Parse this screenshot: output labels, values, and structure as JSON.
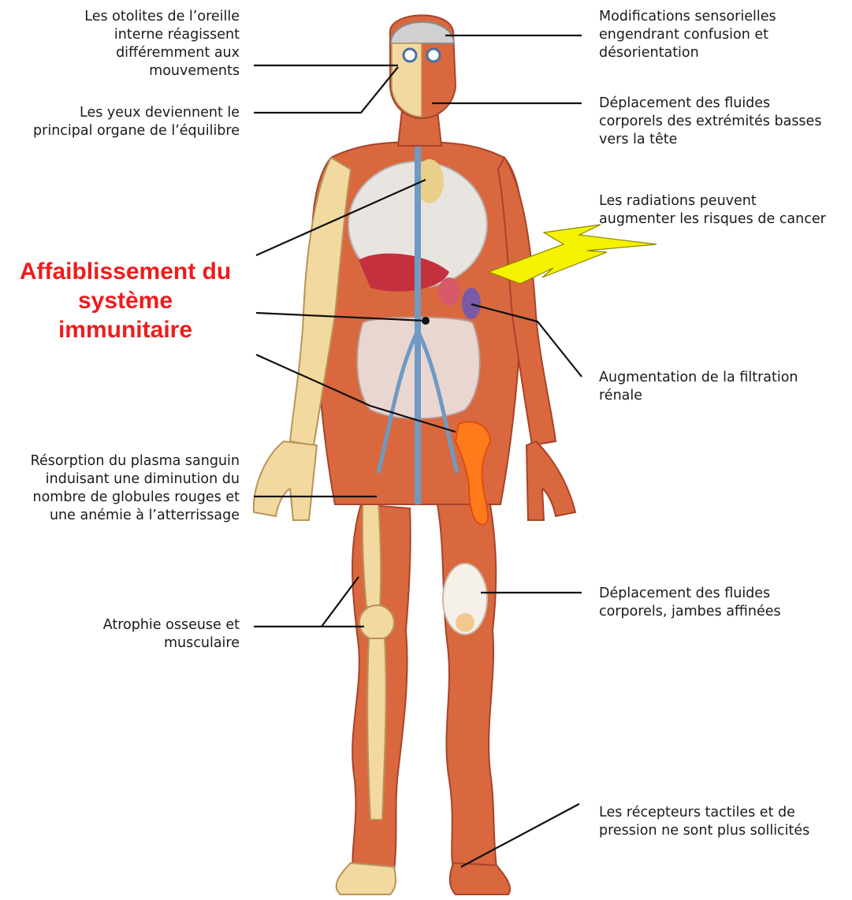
{
  "labels_left": {
    "otolithes": "Les otolites de l’oreille\ninterne réagissent\ndifféremment aux\nmouvements",
    "yeux": "Les yeux deviennent le\nprincipal organe de l’équilibre",
    "plasma": "Résorption du plasma sanguin\ninduisant une diminution du\nnombre de globules rouges et\nune anémie à l’atterrissage",
    "atrophie": "Atrophie osseuse et\nmusculaire"
  },
  "highlight": {
    "immunitaire": "Affaiblissement du\nsystème\nimmunitaire",
    "color": "#ee1c1c"
  },
  "labels_right": {
    "sensorielles": "Modifications sensorielles\nengendrant confusion et\ndésorientation",
    "fluides_tete": "Déplacement des fluides\ncorporels des extrémités basses\nvers la tête",
    "radiations": "Les radiations peuvent\naugmenter les risques de cancer",
    "filtration": "Augmentation de la filtration\nrénale",
    "jambes": "Déplacement des fluides\ncorporels, jambes affinées",
    "recepteurs": "Les récepteurs tactiles et de\npression ne sont plus sollicités"
  },
  "colors": {
    "muscle": "#d9683f",
    "muscle_dark": "#a8432a",
    "bone": "#f2d9a0",
    "vein": "#6e9ac4",
    "bone_marrow": "#ff7a1a",
    "lightning": "#f5f200"
  }
}
